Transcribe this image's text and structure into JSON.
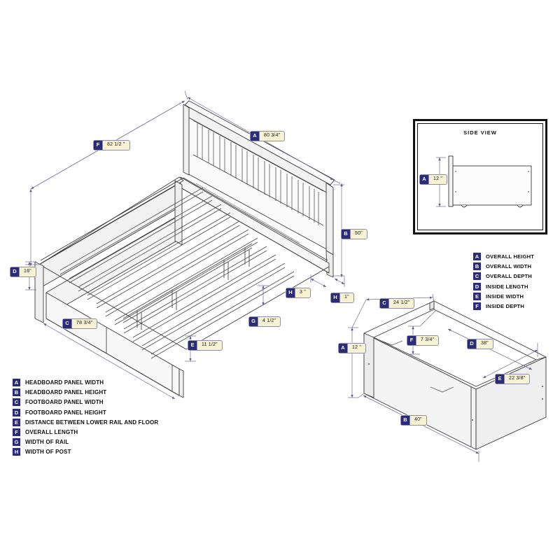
{
  "diagram": {
    "type": "furniture-dimension-drawing",
    "product": "platform bed with storage drawer"
  },
  "side_view": {
    "title": "SIDE VIEW",
    "callout": {
      "tag": "A",
      "value": "12 \""
    }
  },
  "bed": {
    "callouts": [
      {
        "tag": "F",
        "value": "82 1/2 \"",
        "meaning": "OVERALL LENGTH"
      },
      {
        "tag": "A",
        "value": "80 3/4\"",
        "meaning": "HEADBOARD PANEL WIDTH"
      },
      {
        "tag": "B",
        "value": "50\"",
        "meaning": "HEADBOARD PANEL HEIGHT"
      },
      {
        "tag": "D",
        "value": "16\"",
        "meaning": "FOOTBOARD PANEL HEIGHT"
      },
      {
        "tag": "C",
        "value": "78 3/4\"",
        "meaning": "FOOTBOARD PANEL WIDTH"
      },
      {
        "tag": "E",
        "value": "11 1/2\"",
        "meaning": "DISTANCE BETWEEN LOWER RAIL AND FLOOR"
      },
      {
        "tag": "G",
        "value": "4 1/2\"",
        "meaning": "WIDTH OF RAIL"
      },
      {
        "tag": "H",
        "value": "3 \"",
        "meaning": "WIDTH OF POST"
      },
      {
        "tag": "H",
        "value": "1\"",
        "meaning": "WIDTH OF POST"
      }
    ]
  },
  "drawer": {
    "callouts": [
      {
        "tag": "C",
        "value": "24 1/2\"",
        "meaning": "OVERALL DEPTH"
      },
      {
        "tag": "A",
        "value": "12 \"",
        "meaning": "OVERALL HEIGHT"
      },
      {
        "tag": "F",
        "value": "7 3/4\"",
        "meaning": "INSIDE DEPTH"
      },
      {
        "tag": "D",
        "value": "38\"",
        "meaning": "INSIDE LENGTH"
      },
      {
        "tag": "E",
        "value": "22 3/8\"",
        "meaning": "INSIDE WIDTH"
      },
      {
        "tag": "B",
        "value": "40\"",
        "meaning": "OVERALL WIDTH"
      }
    ]
  },
  "legend_bed": {
    "items": [
      {
        "tag": "A",
        "label": "HEADBOARD PANEL WIDTH"
      },
      {
        "tag": "B",
        "label": "HEADBOARD PANEL HEIGHT"
      },
      {
        "tag": "C",
        "label": "FOOTBOARD PANEL WIDTH"
      },
      {
        "tag": "D",
        "label": "FOOTBOARD PANEL HEIGHT"
      },
      {
        "tag": "E",
        "label": "DISTANCE BETWEEN LOWER RAIL AND FLOOR"
      },
      {
        "tag": "F",
        "label": "OVERALL LENGTH"
      },
      {
        "tag": "G",
        "label": "WIDTH OF RAIL"
      },
      {
        "tag": "H",
        "label": "WIDTH OF POST"
      }
    ]
  },
  "legend_drawer": {
    "items": [
      {
        "tag": "A",
        "label": "OVERALL HEIGHT"
      },
      {
        "tag": "B",
        "label": "OVERALL WIDTH"
      },
      {
        "tag": "C",
        "label": "OVERALL DEPTH"
      },
      {
        "tag": "D",
        "label": "INSIDE LENGTH"
      },
      {
        "tag": "E",
        "label": "INSIDE WIDTH"
      },
      {
        "tag": "F",
        "label": "INSIDE DEPTH"
      }
    ]
  },
  "colors": {
    "tag_bg": "#2b2b7a",
    "chip_bg": "#f7f2d4",
    "line": "#6b6b95",
    "outline": "#3a3a3a"
  }
}
